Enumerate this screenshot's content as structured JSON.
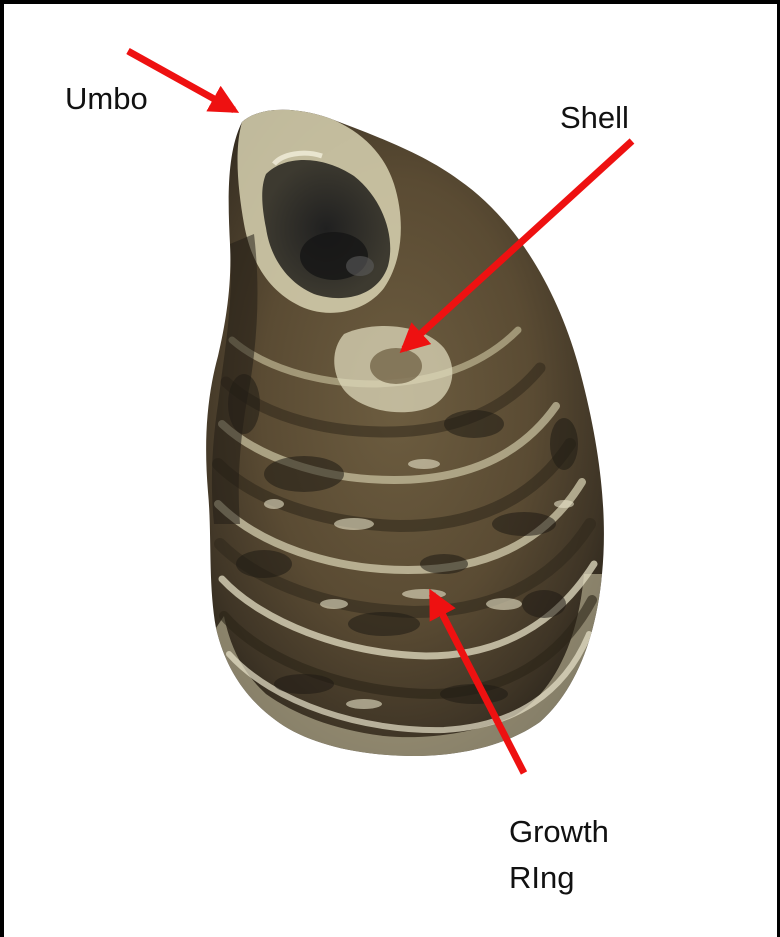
{
  "labels": {
    "umbo": "Umbo",
    "shell": "Shell",
    "growth_ring_line1": "Growth",
    "growth_ring_line2": "RIng"
  },
  "colors": {
    "arrow": "#ee1111",
    "frame": "#000000",
    "background": "#ffffff",
    "shell_dark": "#3a3528",
    "shell_mid": "#7a6a4a",
    "shell_light": "#e6e2c8"
  },
  "image": {
    "subject": "oyster-shell-photo"
  }
}
